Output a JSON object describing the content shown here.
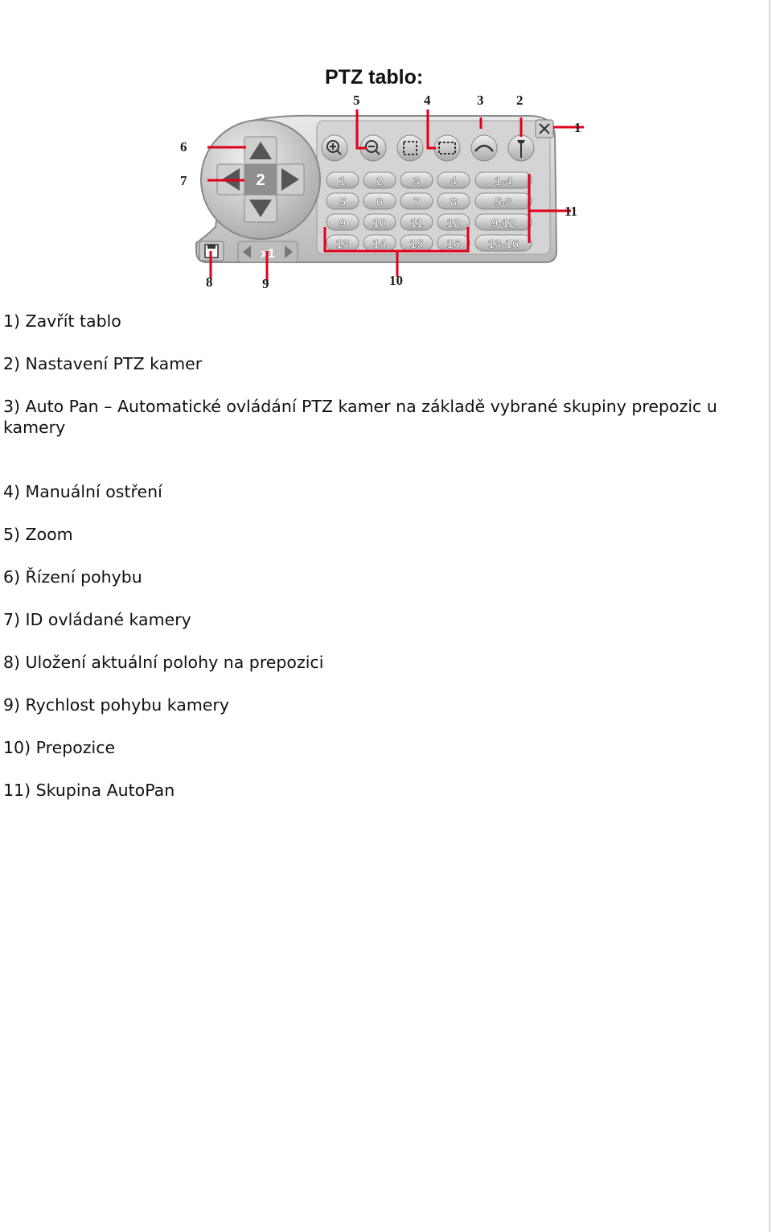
{
  "title": "PTZ tablo:",
  "panel": {
    "center_id": "2",
    "speed": "x1",
    "presets": [
      [
        "1",
        "2",
        "3",
        "4"
      ],
      [
        "5",
        "6",
        "7",
        "8"
      ],
      [
        "9",
        "10",
        "11",
        "12"
      ],
      [
        "13",
        "14",
        "15",
        "16"
      ]
    ],
    "groups": [
      "1-4",
      "5-8",
      "9-12",
      "13-16"
    ]
  },
  "callouts": [
    "1",
    "2",
    "3",
    "4",
    "5",
    "6",
    "7",
    "8",
    "9",
    "10",
    "11"
  ],
  "items": [
    "1) Zavřít tablo",
    "2) Nastavení PTZ kamer",
    "3) Auto Pan – Automatické ovládání PTZ  kamer na základě vybrané skupiny prepozic u kamery",
    "4) Manuální ostření",
    "5) Zoom",
    "6) Řízení pohybu",
    "7) ID ovládané kamery",
    "8) Uložení aktuální polohy na prepozici",
    "9) Rychlost pohybu kamery",
    "10) Prepozice",
    "11) Skupina AutoPan"
  ],
  "colors": {
    "callout": "#e0001a",
    "panel": "#cfcfcf",
    "button": "#bdbdbd",
    "text_on_button": "#ffffff"
  }
}
